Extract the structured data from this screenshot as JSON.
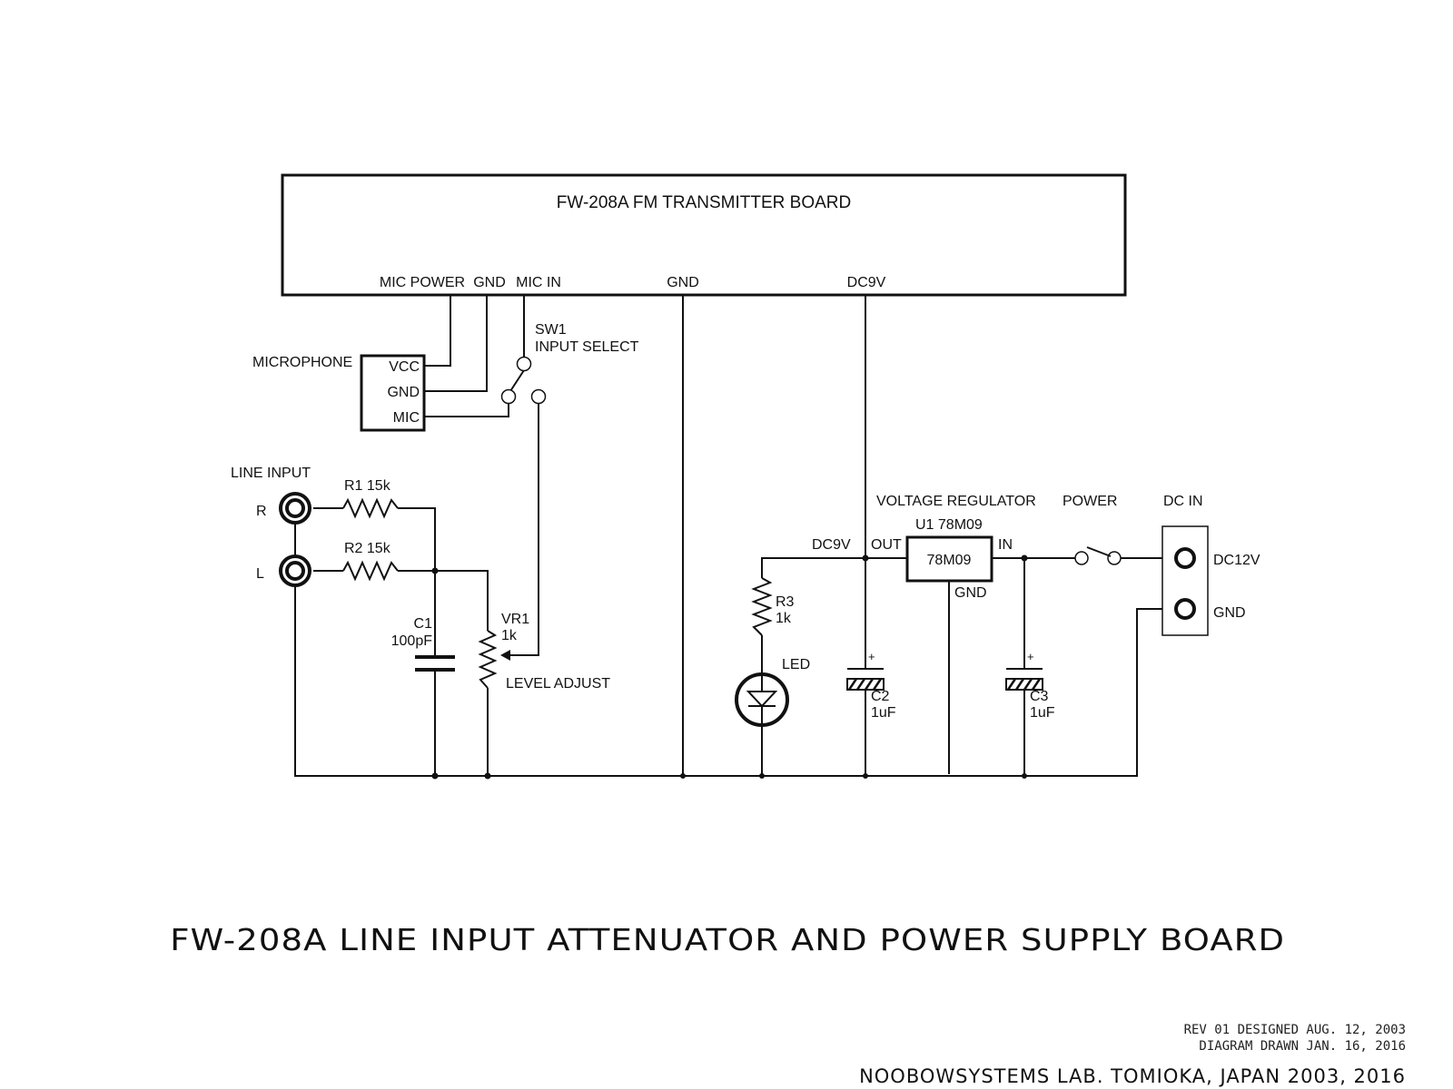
{
  "board": {
    "title": "FW-208A FM TRANSMITTER BOARD",
    "pins": {
      "mic_power": "MIC POWER",
      "gnd": "GND",
      "mic_in": "MIC IN",
      "gnd2": "GND",
      "dc9v": "DC9V"
    }
  },
  "microphone": {
    "label": "MICROPHONE",
    "vcc": "VCC",
    "gnd": "GND",
    "mic": "MIC"
  },
  "sw1": {
    "ref": "SW1",
    "desc": "INPUT SELECT"
  },
  "line_input": {
    "label": "LINE INPUT",
    "r": "R",
    "l": "L"
  },
  "r1": {
    "label": "R1 15k"
  },
  "r2": {
    "label": "R2 15k"
  },
  "c1": {
    "ref": "C1",
    "value": "100pF"
  },
  "vr1": {
    "ref": "VR1",
    "value": "1k",
    "desc": "LEVEL ADJUST"
  },
  "r3": {
    "ref": "R3",
    "value": "1k"
  },
  "led": {
    "label": "LED"
  },
  "dc9v_net": "DC9V",
  "c2": {
    "ref": "C2",
    "value": "1uF",
    "plus": "+"
  },
  "c3": {
    "ref": "C3",
    "value": "1uF",
    "plus": "+"
  },
  "regulator": {
    "heading": "VOLTAGE REGULATOR",
    "ref": "U1 78M09",
    "body": "78M09",
    "out": "OUT",
    "in": "IN",
    "gnd": "GND"
  },
  "power_switch": {
    "label": "POWER"
  },
  "dc_in": {
    "label": "DC IN",
    "dc12v": "DC12V",
    "gnd": "GND"
  },
  "footer": {
    "title": "FW-208A LINE INPUT ATTENUATOR AND POWER SUPPLY BOARD",
    "rev": "REV 01 DESIGNED AUG. 12, 2003",
    "drawn": "DIAGRAM DRAWN JAN. 16, 2016",
    "lab": "NOOBOWSYSTEMS LAB. TOMIOKA, JAPAN 2003, 2016"
  }
}
